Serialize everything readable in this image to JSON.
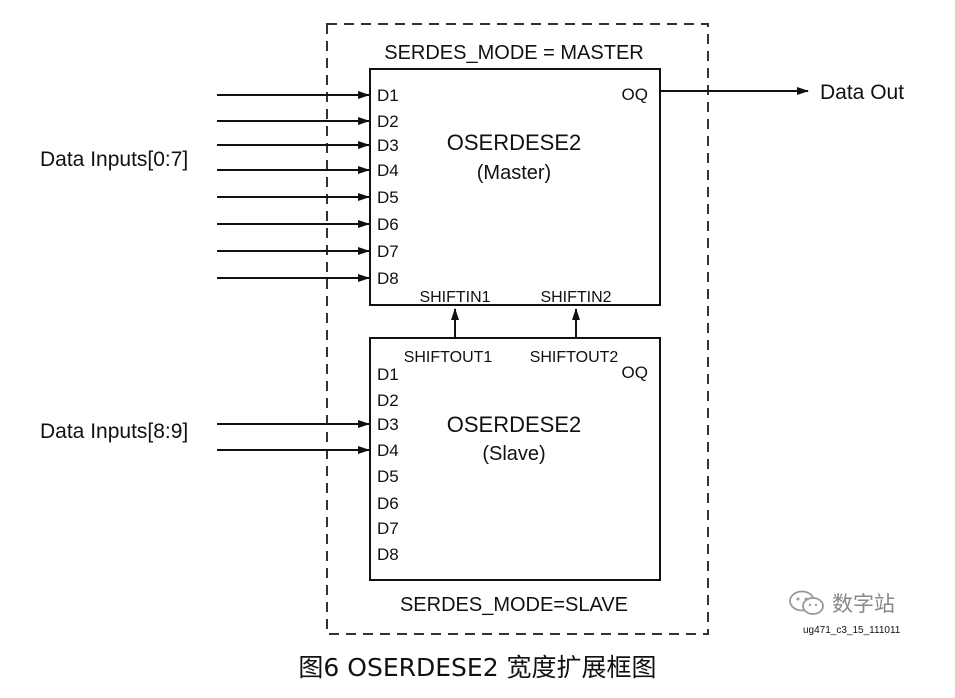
{
  "diagram": {
    "master": {
      "mode_label": "SERDES_MODE = MASTER",
      "title": "OSERDESE2",
      "role": "(Master)",
      "ports": [
        "D1",
        "D2",
        "D3",
        "D4",
        "D5",
        "D6",
        "D7",
        "D8"
      ],
      "out_port": "OQ",
      "shiftin1": "SHIFTIN1",
      "shiftin2": "SHIFTIN2"
    },
    "slave": {
      "mode_label": "SERDES_MODE=SLAVE",
      "title": "OSERDESE2",
      "role": "(Slave)",
      "ports": [
        "D1",
        "D2",
        "D3",
        "D4",
        "D5",
        "D6",
        "D7",
        "D8"
      ],
      "out_port": "OQ",
      "shiftout1": "SHIFTOUT1",
      "shiftout2": "SHIFTOUT2"
    },
    "inputs_master_label": "Data Inputs[0:7]",
    "inputs_slave_label": "Data Inputs[8:9]",
    "output_label": "Data Out",
    "figure_id": "ug471_c3_15_111011"
  },
  "watermark": {
    "icon": "wechat-icon",
    "text": "数字站"
  },
  "caption": "图6 OSERDESE2 宽度扩展框图"
}
